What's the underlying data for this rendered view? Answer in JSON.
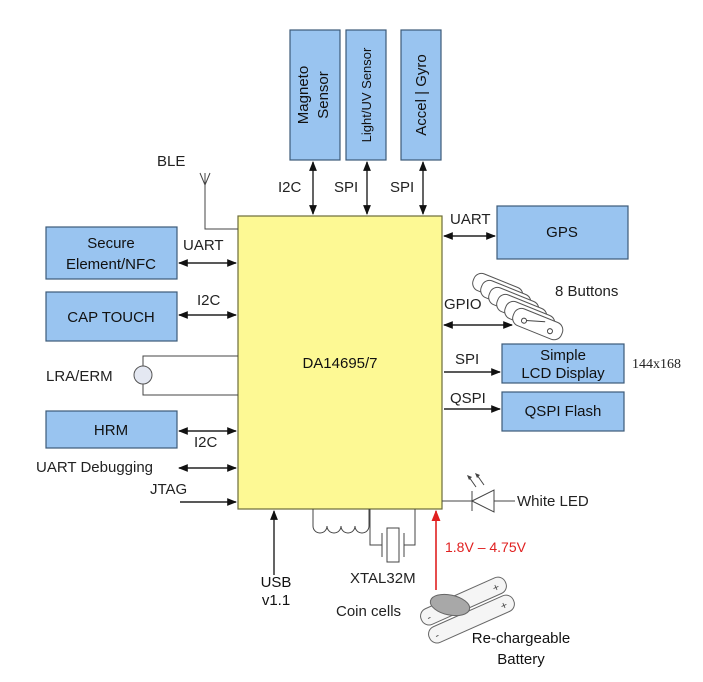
{
  "mcu": {
    "label": "DA14695/7"
  },
  "top_blocks": [
    {
      "label_lines": [
        "Magneto",
        "Sensor"
      ],
      "bus": "I2C"
    },
    {
      "label_lines": [
        "Light/UV Sensor"
      ],
      "bus": "SPI"
    },
    {
      "label_lines": [
        "Accel | Gyro"
      ],
      "bus": "SPI"
    }
  ],
  "left_blocks": {
    "secure": {
      "label_lines": [
        "Secure",
        "Element/NFC"
      ],
      "bus": "UART"
    },
    "cap_touch": {
      "label": "CAP TOUCH",
      "bus": "I2C"
    },
    "hrm": {
      "label": "HRM",
      "bus": "I2C"
    }
  },
  "left_labels": {
    "ble": "BLE",
    "lra": "LRA/ERM",
    "uart_debug": "UART Debugging",
    "jtag": "JTAG"
  },
  "right_blocks": {
    "gps": {
      "label": "GPS",
      "bus": "UART"
    },
    "buttons": {
      "label": "8 Buttons",
      "bus": "GPIO"
    },
    "lcd": {
      "label_lines": [
        "Simple",
        "LCD Display"
      ],
      "bus": "SPI",
      "resolution": "144x168"
    },
    "flash": {
      "label": "QSPI Flash",
      "bus": "QSPI"
    },
    "led": {
      "label": "White LED"
    }
  },
  "bottom": {
    "usb_lines": [
      "USB",
      "v1.1"
    ],
    "xtal": "XTAL32M",
    "voltage": "1.8V – 4.75V",
    "coin": "Coin cells",
    "battery_lines": [
      "Re-chargeable",
      "Battery"
    ]
  },
  "colors": {
    "block": "#99c4f0",
    "mcu": "#fdf994",
    "power": "#e02020"
  }
}
